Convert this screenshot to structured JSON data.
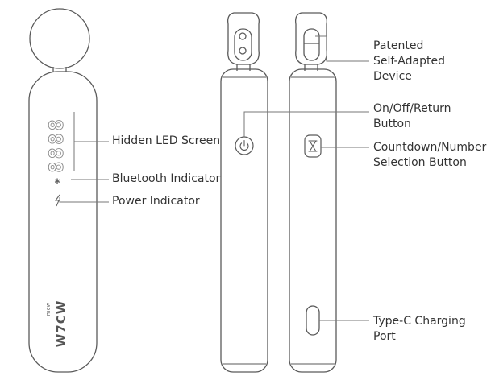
{
  "labels": {
    "hidden_led_screen": "Hidden LED Screen",
    "bluetooth_indicator": "Bluetooth Indicator",
    "power_indicator": "Power Indicator",
    "patented_device": [
      "Patented",
      "Self-Adapted",
      "Device"
    ],
    "on_off_return": [
      "On/Off/Return",
      "Button"
    ],
    "countdown_number": [
      "Countdown/Number",
      "Selection Button"
    ],
    "type_c": [
      "Type-C Charging",
      "Port"
    ]
  },
  "led_digits": "8888",
  "brand_logo": "W7CW",
  "brand_sub": "mcw",
  "icons": [
    "power-icon",
    "hourglass-icon",
    "bluetooth-icon",
    "lightning-icon"
  ],
  "colors": {
    "stroke": "#5a5a5a",
    "text": "#333333",
    "leader": "#777777",
    "led": "#8a8a8a"
  }
}
